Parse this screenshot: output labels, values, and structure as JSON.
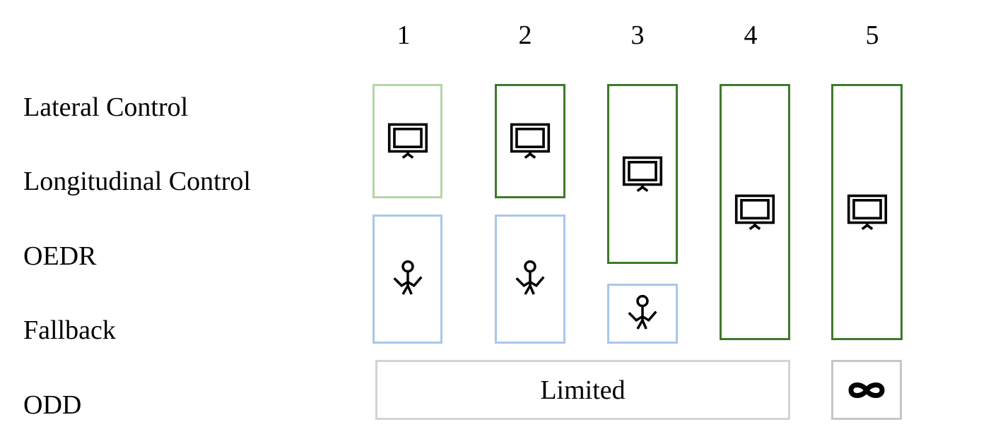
{
  "levels": [
    "1",
    "2",
    "3",
    "4",
    "5"
  ],
  "rows": [
    "Lateral Control",
    "Longitudinal Control",
    "OEDR",
    "Fallback",
    "ODD"
  ],
  "odd": {
    "limited_label": "Limited",
    "unlimited_symbol": "∞"
  },
  "icons": {
    "system": "monitor-icon",
    "human": "person-icon"
  },
  "colors": {
    "system_light": "#b5d6a6",
    "system_dark": "#3d7a2a",
    "human": "#a9c7ea",
    "odd_border": "#d3d3d3"
  }
}
